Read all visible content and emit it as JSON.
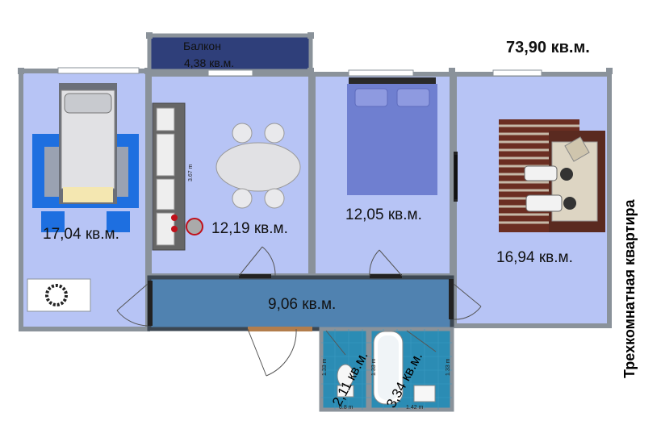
{
  "total_area": "73,90 кв.м.",
  "side_caption": "Трехкомнатная квартира",
  "balcony": {
    "name": "Балкон",
    "area": "4,38 кв.м."
  },
  "rooms": {
    "bedroom_left": "17,04 кв.м.",
    "kitchen": "12,19 кв.м.",
    "bedroom_mid": "12,05 кв.м.",
    "living": "16,94 кв.м.",
    "corridor": "9,06 кв.м.",
    "wc": "2,11 кв.м.",
    "bath": "3,34 кв.м."
  },
  "dimensions": {
    "kitchen_wall": "3.67 m",
    "wc_width": "0.8 m",
    "bath_width": "1.42 m",
    "wc_height": "1.33 m",
    "bath_height_left": "1.33 m",
    "bath_height_right": "1.33 m"
  },
  "colors": {
    "room_fill": "#b7c4f5",
    "corridor_fill": "#5082b0",
    "balcony_fill": "#2f3f7a",
    "bath_fill": "#2b8cb4",
    "wall": "#9aa0a6",
    "door_leaf": "#b27d4c"
  }
}
